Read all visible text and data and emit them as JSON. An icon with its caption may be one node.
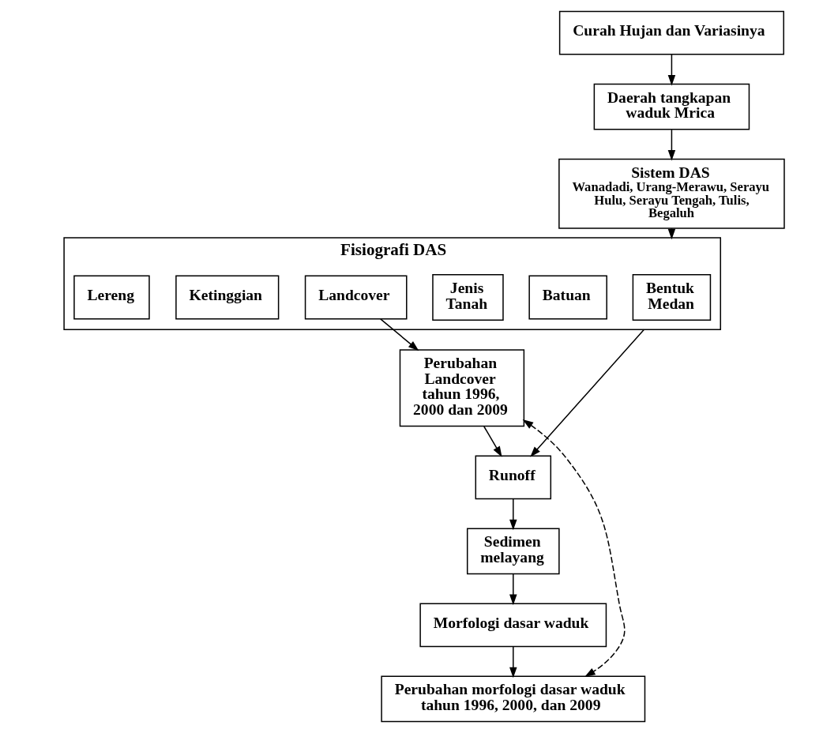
{
  "diagram": {
    "nodes": [
      {
        "text": [
          "Curah Hujan dan Variasinya"
        ]
      },
      {
        "text": [
          "Daerah tangkapan waduk Mrica"
        ]
      },
      {
        "text": [
          "Sistem DAS",
          "Wanadadi, Urang-Merawu, Serayu Hulu, Serayu Tengah, Tulis, Begaluh"
        ]
      },
      {
        "text": [
          "Fisiografi DAS"
        ]
      },
      {
        "text": [
          "Landcover"
        ],
        "in": 3
      },
      {
        "text": [
          "Batuan"
        ],
        "in": 3
      },
      {
        "text": [
          "Jenis Tanah"
        ],
        "in": 3
      },
      {
        "text": [
          "Bentuk Medan"
        ],
        "in": 3
      },
      {
        "text": [
          "Ketinggian"
        ],
        "in": 3
      },
      {
        "text": [
          "Lereng"
        ],
        "in": 3
      },
      {
        "text": [
          "Perubahan Landcover tahun 1996, 2000 dan 2009"
        ]
      },
      {
        "text": [
          "Runoff"
        ]
      },
      {
        "text": [
          "Sedimen melayang"
        ]
      },
      {
        "text": [
          "Morfologi dasar waduk"
        ]
      },
      {
        "text": [
          "Perubahan morfologi dasar waduk tahun 1996, 2000, dan 2009"
        ]
      }
    ],
    "edges": [
      {
        "from": 0,
        "to": 1,
        "arrow": "to"
      },
      {
        "from": 1,
        "to": 2,
        "arrow": "to"
      },
      {
        "from": 2,
        "to": 3,
        "arrow": "to"
      },
      {
        "from": 4,
        "to": 10,
        "arrow": "to"
      },
      {
        "from": 3,
        "to": 11,
        "arrow": "to"
      },
      {
        "from": 10,
        "to": 11,
        "arrow": "to"
      },
      {
        "from": 11,
        "to": 12,
        "arrow": "to"
      },
      {
        "from": 12,
        "to": 13,
        "arrow": "to"
      },
      {
        "from": 13,
        "to": 14,
        "arrow": "to"
      },
      {
        "from": 10,
        "to": 14,
        "arrow": "both",
        "style": "dashed"
      }
    ]
  }
}
